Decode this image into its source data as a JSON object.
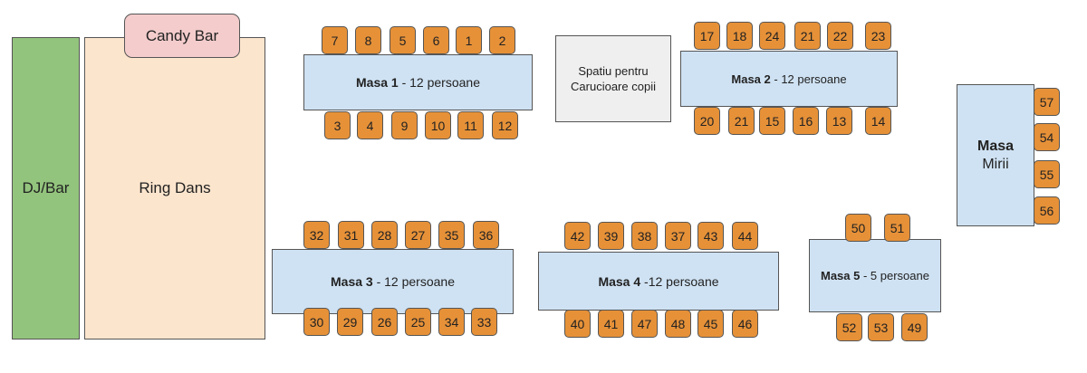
{
  "zones": {
    "dj_bar": "DJ/Bar",
    "ring_dans": "Ring Dans",
    "candy_bar": "Candy Bar",
    "spatiu_line1": "Spatiu pentru",
    "spatiu_line2": "Carucioare copii"
  },
  "tables": {
    "masa1": {
      "name": "Masa 1",
      "detail": " - 12 persoane"
    },
    "masa2": {
      "name": "Masa 2",
      "detail": " - 12 persoane"
    },
    "masa3": {
      "name": "Masa 3",
      "detail": " - 12 persoane"
    },
    "masa4": {
      "name": "Masa 4",
      "detail": " -12 persoane"
    },
    "masa5": {
      "name": "Masa 5",
      "detail": " - 5 persoane"
    },
    "mirii": {
      "name": "Masa",
      "detail": "Mirii"
    }
  },
  "seats": {
    "masa1_top": [
      "7",
      "8",
      "5",
      "6",
      "1",
      "2"
    ],
    "masa1_bottom": [
      "3",
      "4",
      "9",
      "10",
      "11",
      "12"
    ],
    "masa2_top": [
      "17",
      "18",
      "24",
      "21",
      "22",
      "23"
    ],
    "masa2_bottom": [
      "20",
      "21",
      "15",
      "16",
      "13",
      "14"
    ],
    "masa3_top": [
      "32",
      "31",
      "28",
      "27",
      "35",
      "36"
    ],
    "masa3_bottom": [
      "30",
      "29",
      "26",
      "25",
      "34",
      "33"
    ],
    "masa4_top": [
      "42",
      "39",
      "38",
      "37",
      "43",
      "44"
    ],
    "masa4_bottom": [
      "40",
      "41",
      "47",
      "48",
      "45",
      "46"
    ],
    "masa5_top": [
      "50",
      "51"
    ],
    "masa5_bottom": [
      "52",
      "53",
      "49"
    ],
    "mirii_side": [
      "57",
      "54",
      "55",
      "56"
    ]
  },
  "colors": {
    "dj_bar": "#93c47d",
    "ring_dans": "#fce5cd",
    "candy_bar": "#f4cccc",
    "table": "#cfe2f3",
    "seat": "#e69138",
    "spatiu": "#efefef"
  }
}
